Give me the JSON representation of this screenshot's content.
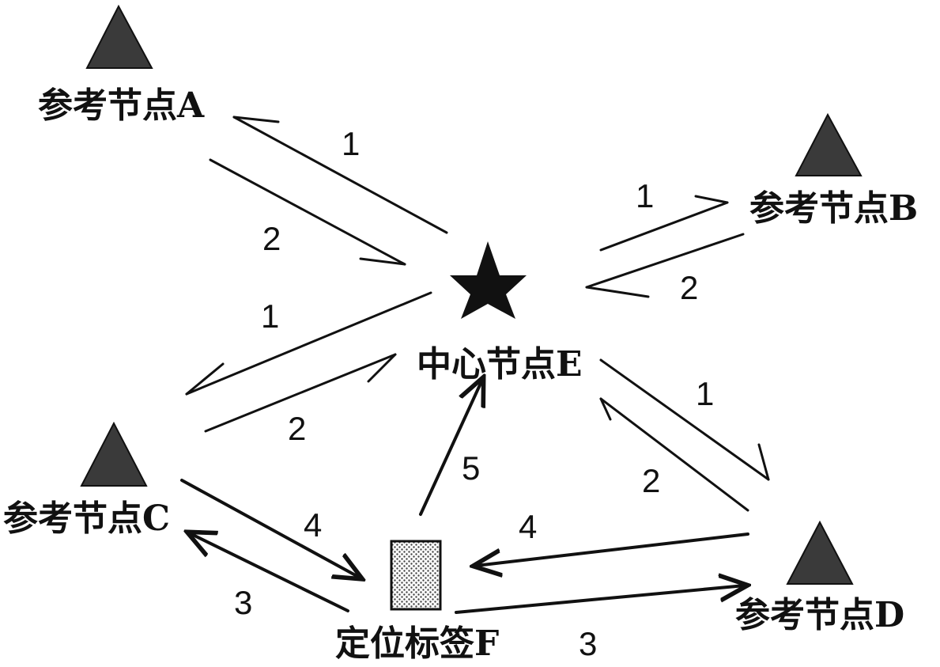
{
  "nodes": {
    "ref_a": {
      "label": "参考节点A"
    },
    "ref_b": {
      "label": "参考节点B"
    },
    "ref_c": {
      "label": "参考节点C"
    },
    "ref_d": {
      "label": "参考节点D"
    },
    "center_e": {
      "label": "中心节点E"
    },
    "tag_f": {
      "label": "定位标签F"
    }
  },
  "edges": {
    "a_to_e": "1",
    "e_to_a": "2",
    "e_to_b": "1",
    "b_to_e": "2",
    "e_to_c": "1",
    "c_to_e": "2",
    "e_to_d": "1",
    "d_to_e": "2",
    "f_to_c": "3",
    "f_to_d": "3",
    "c_to_f": "4",
    "d_to_f": "4",
    "f_to_e": "5"
  },
  "colors": {
    "ink": "#111111",
    "triangle_fill": "#3a3a3a",
    "tag_dots": "#444444"
  },
  "icons": {
    "reference_node": "triangle-icon",
    "center_node": "star-icon",
    "tag": "dotted-rectangle-icon"
  }
}
